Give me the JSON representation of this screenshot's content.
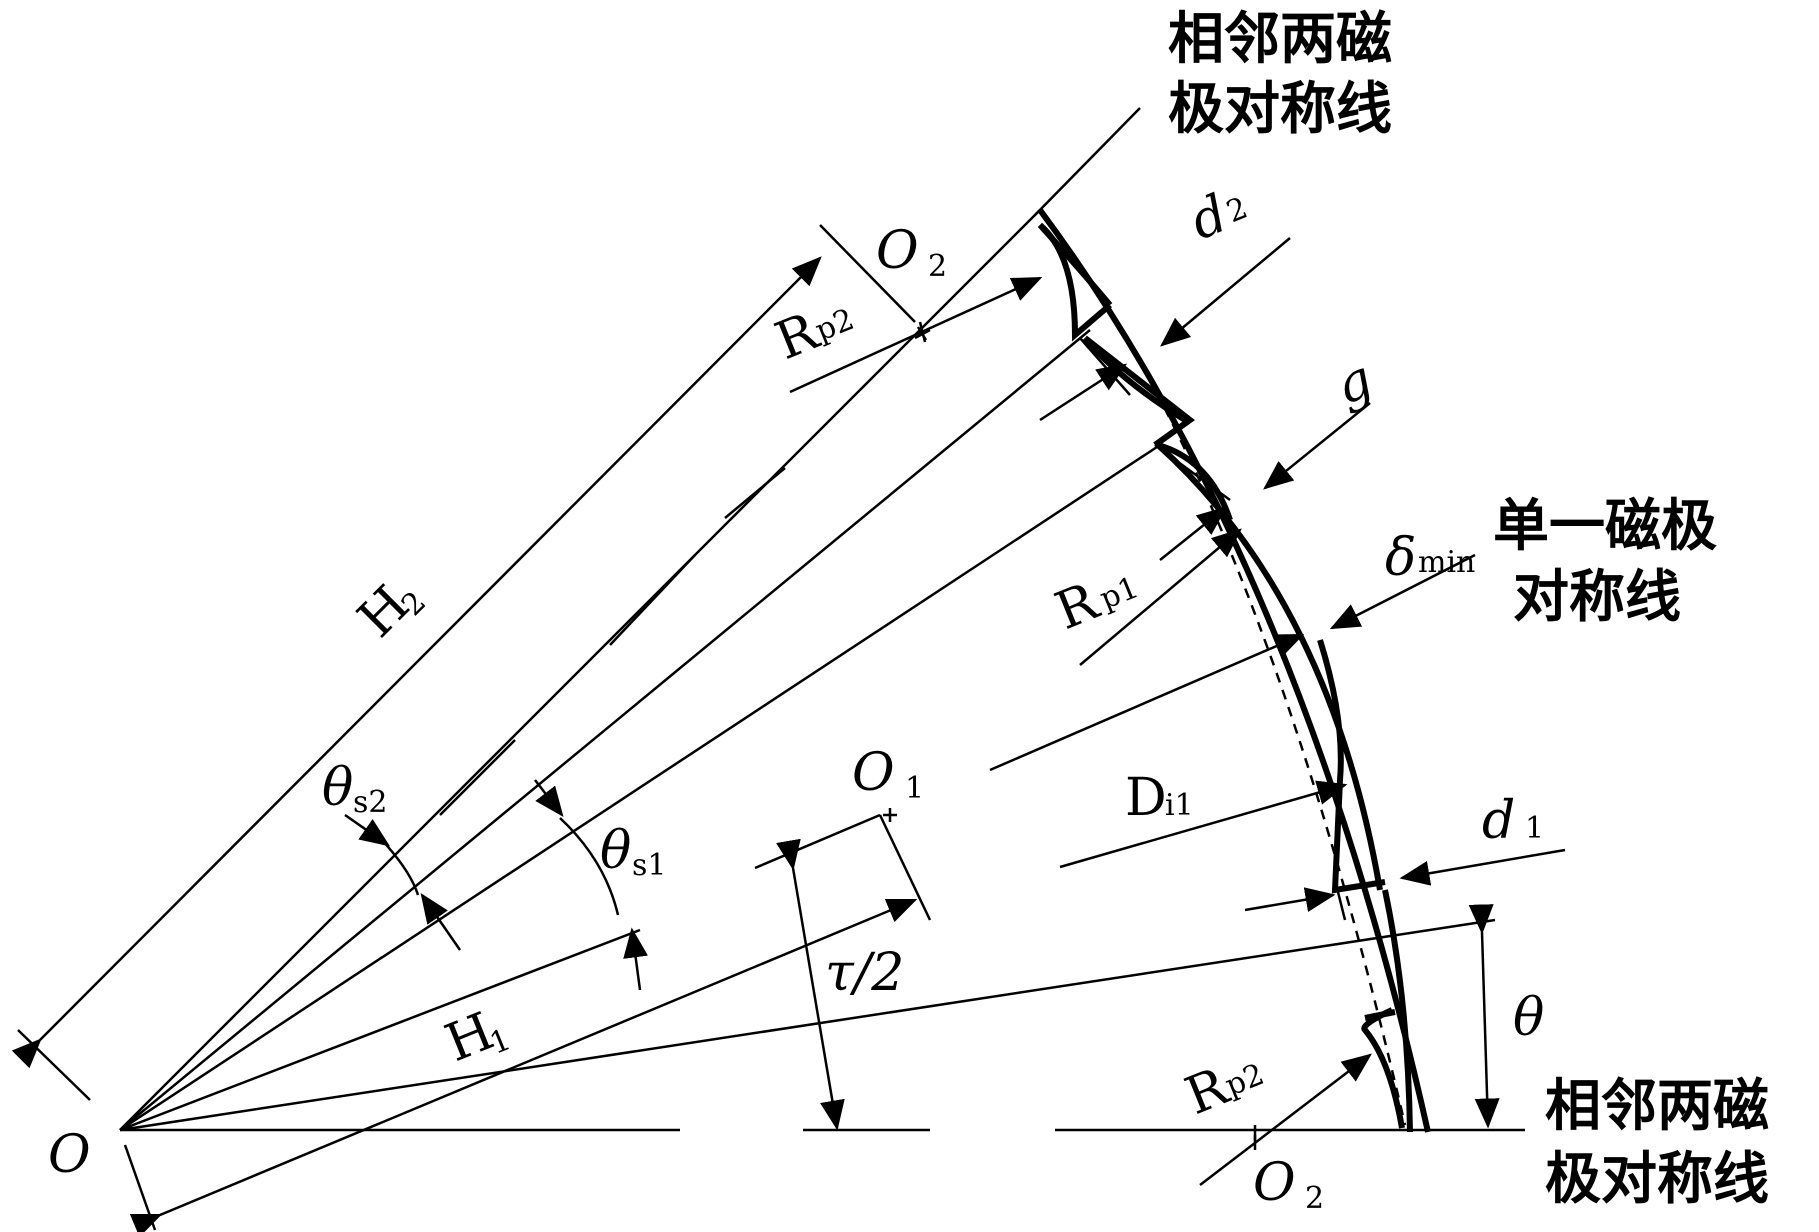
{
  "labels": {
    "top_symmetry_line": [
      "相邻两磁",
      "极对称线"
    ],
    "bottom_symmetry_line": [
      "相邻两磁",
      "极对称线"
    ],
    "single_pole_symmetry_line": [
      "单一磁极",
      "对称线"
    ],
    "origin": "O",
    "o1": {
      "base": "O",
      "sub": "1"
    },
    "o2_top": {
      "base": "O",
      "sub": "2"
    },
    "o2_bottom": {
      "base": "O",
      "sub": "2"
    },
    "h2": {
      "base": "H",
      "sub": "2"
    },
    "h1": {
      "base": "H",
      "sub": "1"
    },
    "rp2_top": {
      "base": "R",
      "sub": "p2"
    },
    "rp2_bottom": {
      "base": "R",
      "sub": "p2"
    },
    "rp1": {
      "base": "R",
      "sub": "p1"
    },
    "di1": {
      "base": "D",
      "sub": "i1"
    },
    "d2": {
      "base": "d",
      "sub": "2"
    },
    "d1": {
      "base": "d",
      "sub": "1"
    },
    "g": "g",
    "delta_min": {
      "base": "δ",
      "sub": "min"
    },
    "theta_s2": {
      "base": "θ",
      "sub": "s2"
    },
    "theta_s1": {
      "base": "θ",
      "sub": "s1"
    },
    "tau_half": "τ/2",
    "theta": "θ"
  }
}
